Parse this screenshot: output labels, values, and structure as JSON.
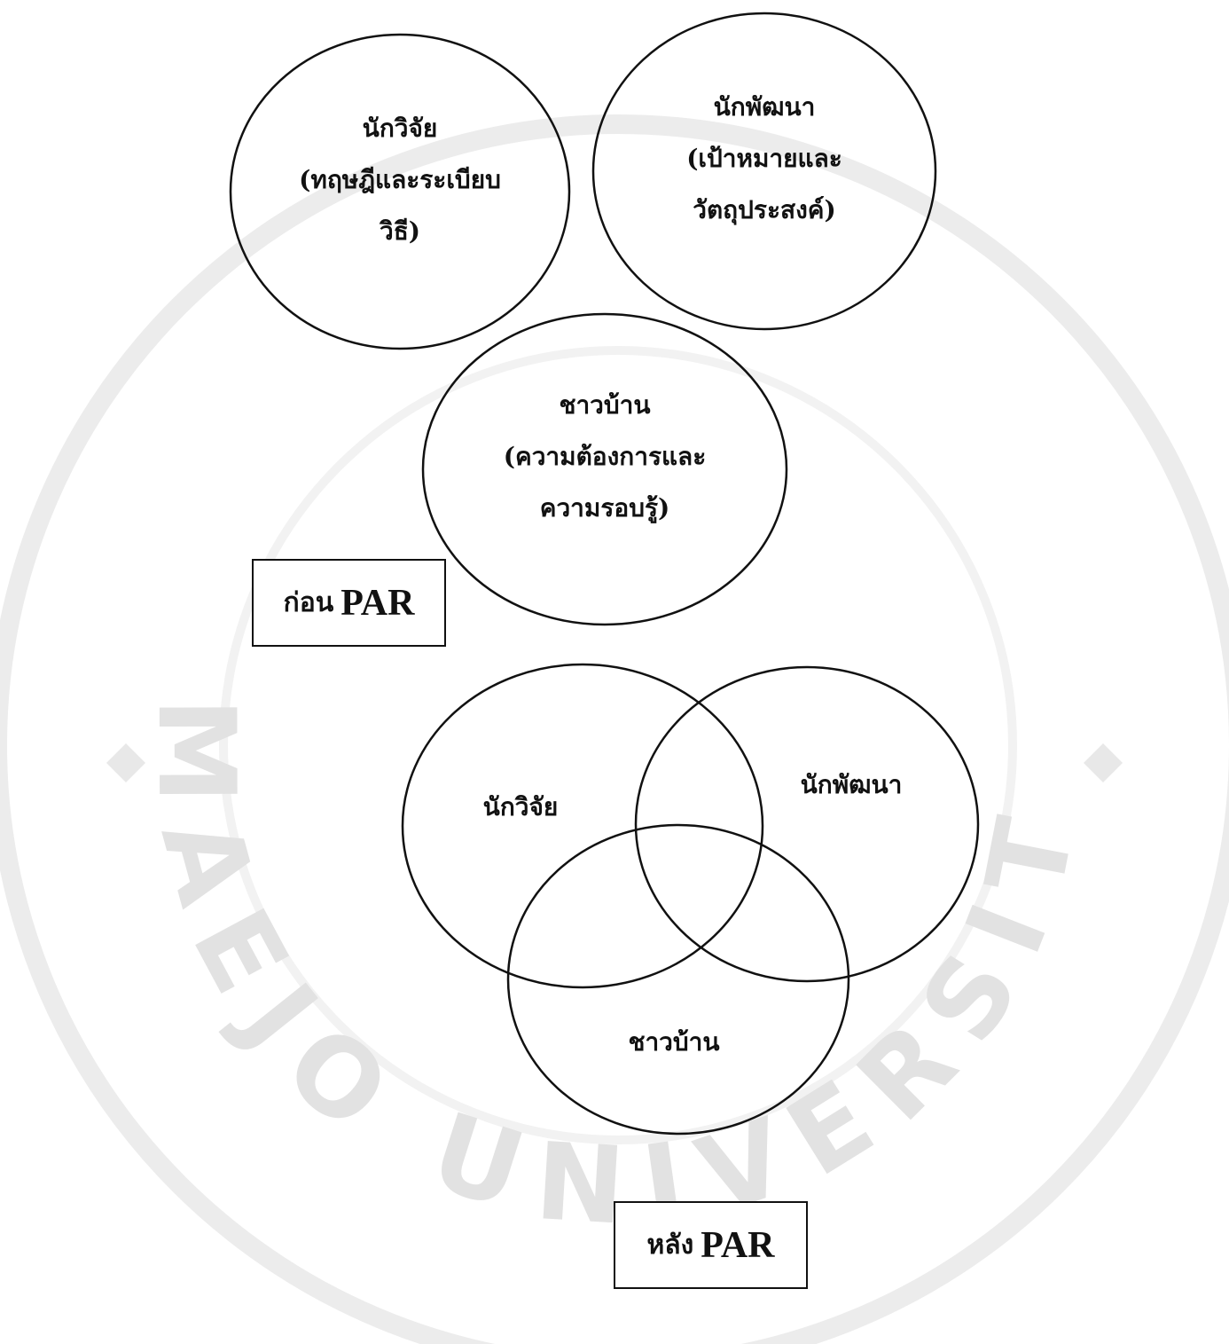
{
  "watermark": {
    "lettering": "MAEJO UNIVERSITY",
    "color": "#e2e2e2"
  },
  "before": {
    "circles": [
      {
        "role": "researcher",
        "lines": [
          "นักวิจัย",
          "(ทฤษฎีและระเบียบ",
          "วิธี)"
        ]
      },
      {
        "role": "developer",
        "lines": [
          "นักพัฒนา",
          "(เป้าหมายและ",
          "วัตถุประสงค์)"
        ]
      },
      {
        "role": "villager",
        "lines": [
          "ชาวบ้าน",
          "(ความต้องการและ",
          "ความรอบรู้)"
        ]
      }
    ],
    "stage_label": {
      "thai": "ก่อน",
      "acronym": "PAR"
    }
  },
  "after": {
    "circles": [
      {
        "role": "researcher",
        "label": "นักวิจัย"
      },
      {
        "role": "developer",
        "label": "นักพัฒนา"
      },
      {
        "role": "villager",
        "label": "ชาวบ้าน"
      }
    ],
    "stage_label": {
      "thai": "หลัง",
      "acronym": "PAR"
    }
  },
  "colors": {
    "stroke": "#111111",
    "text": "#111111"
  }
}
